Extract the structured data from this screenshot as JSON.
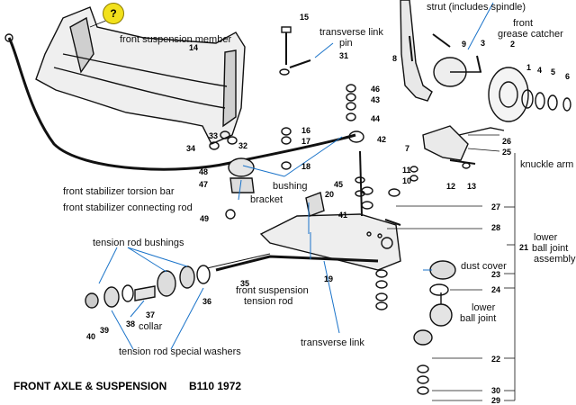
{
  "badge": "?",
  "labels": {
    "strut": "strut (includes spindle)",
    "front_grease_catcher_1": "front",
    "front_grease_catcher_2": "grease catcher",
    "front_suspension_member": "front suspension member",
    "transverse_link_pin_1": "transverse link",
    "transverse_link_pin_2": "pin",
    "knuckle_arm": "knuckle arm",
    "front_stabilizer_torsion_bar": "front stabilizer torsion bar",
    "bushing": "bushing",
    "bracket": "bracket",
    "front_stabilizer_connecting_rod": "front stabilizer connecting rod",
    "lower_ball_joint_assembly_1": "lower",
    "lower_ball_joint_assembly_2": "ball joint",
    "lower_ball_joint_assembly_3": "assembly",
    "tension_rod_bushings": "tension rod bushings",
    "front_suspension_tension_rod_1": "front suspension",
    "front_suspension_tension_rod_2": "tension rod",
    "dust_cover": "dust cover",
    "collar": "collar",
    "lower_ball_joint_1": "lower",
    "lower_ball_joint_2": "ball joint",
    "transverse_link": "transverse link",
    "tension_rod_special_washers": "tension rod special washers",
    "caption_left": "FRONT AXLE & SUSPENSION",
    "caption_right": "B110 1972"
  },
  "part_numbers": [
    "1",
    "2",
    "3",
    "4",
    "5",
    "6",
    "7",
    "8",
    "9",
    "10",
    "11",
    "12",
    "13",
    "14",
    "15",
    "16",
    "17",
    "18",
    "19",
    "20",
    "21",
    "22",
    "23",
    "24",
    "25",
    "26",
    "27",
    "28",
    "29",
    "30",
    "31",
    "32",
    "33",
    "34",
    "35",
    "36",
    "37",
    "38",
    "39",
    "40",
    "41",
    "42",
    "43",
    "44",
    "45",
    "46",
    "47",
    "48",
    "49"
  ],
  "colors": {
    "leader_blue": "#1a73c9",
    "ink": "#111111",
    "badge_yellow": "#f2e11c"
  }
}
